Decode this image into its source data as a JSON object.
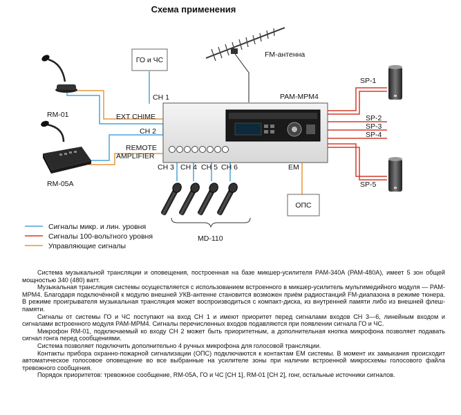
{
  "title": "Схема применения",
  "labels": {
    "go_chs": "ГО и ЧС",
    "fm_antenna": "FM-антенна",
    "ch1": "CH 1",
    "pam_mpm4": "PAM-MPM4",
    "rm01": "RM-01",
    "ext_chime": "EXT CHIME",
    "ch2": "CH 2",
    "remote": "REMOTE",
    "amplifier": "AMPLIFIER",
    "rm05a": "RM-05A",
    "ch3": "CH 3",
    "ch4": "CH 4",
    "ch5": "CH 5",
    "ch6": "CH 6",
    "em": "EM",
    "ops": "ОПС",
    "md110": "MD-110",
    "sp1": "SP-1",
    "sp2": "SP-2",
    "sp3": "SP-3",
    "sp4": "SP-4",
    "sp5": "SP-5"
  },
  "legend": [
    {
      "label": "Сигналы микр. и лин. уровня",
      "color": "#4aa3d8"
    },
    {
      "label": "Сигналы 100-вольтного уровня",
      "color": "#d43a2a"
    },
    {
      "label": "Управляющие сигналы",
      "color": "#e8963a"
    }
  ],
  "description": [
    "Система музыкальной трансляции и оповещения, построенная на базе микшер-усилителя PAM-340A (PAM-480A), имеет 5 зон общей мощностью 340 (480) ватт.",
    "Музыкальная трансляция системы осуществляется с использованием встроенного в микшер-усилитель мультимедийного модуля — PAM-MPM4. Благодаря подключённой к модулю внешней УКВ-антенне становится возможен приём радиостанций FM-диапазона в режиме тюнера. В режиме проигрывателя музыкальная трансляция может воспроизводиться с компакт-диска, из внутренней памяти либо из внешней флеш-памяти.",
    "Сигналы от системы ГО и ЧС поступают на вход CH 1 и имеют приоритет перед сигналами входов CH 3—6, линейным входом и сигналами встроенного модуля PAM-MPM4. Сигналы перечисленных входов подавляются при появлении сигнала ГО и ЧС.",
    "Микрофон RM-01, подключаемый ко входу CH 2 может быть приоритетным, а дополнительная кнопка микрофона позволяет подавать сигнал гонга перед сообщениями.",
    "Система позволяет подключить дополнительно 4 ручных микрофона для голосовой трансляции.",
    "Контакты прибора охранно-пожарной сигнализации (ОПС) подключаются к контактам EM системы. В момент их замыкания происходит автоматическое голосовое оповещение во все выбранные на усилителе зоны при наличии встроенной микросхемы голосового файла тревожного сообщения.",
    "Порядок приоритетов: тревожное сообщение, RM-05A, ГО и ЧС [CH 1], RM-01 [CH 2], гонг, остальные источники сигналов."
  ]
}
